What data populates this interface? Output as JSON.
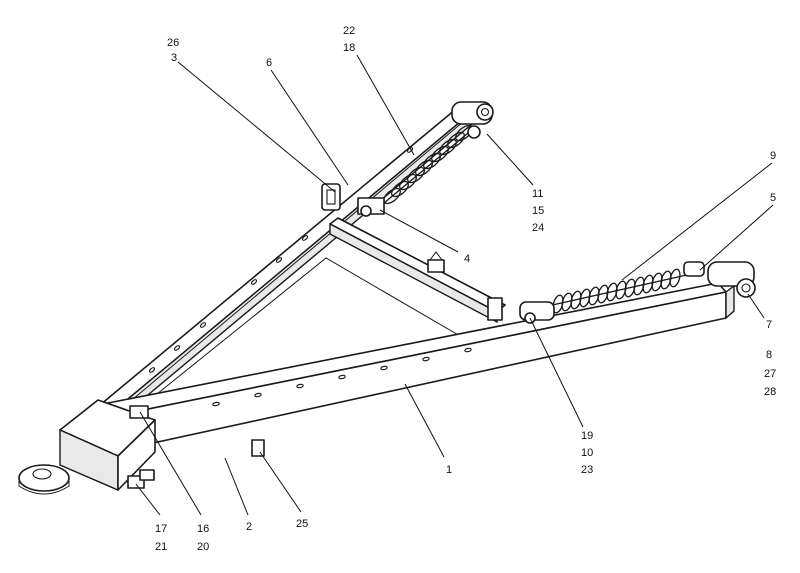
{
  "callouts": {
    "c26": "26",
    "c3": "3",
    "c6": "6",
    "c22": "22",
    "c18": "18",
    "c9": "9",
    "c5": "5",
    "c11": "11",
    "c15": "15",
    "c24": "24",
    "c4": "4",
    "c7": "7",
    "c8": "8",
    "c27": "27",
    "c28": "28",
    "c19": "19",
    "c10": "10",
    "c23": "23",
    "c1": "1",
    "c17": "17",
    "c21": "21",
    "c16": "16",
    "c20": "20",
    "c2": "2",
    "c25": "25"
  }
}
